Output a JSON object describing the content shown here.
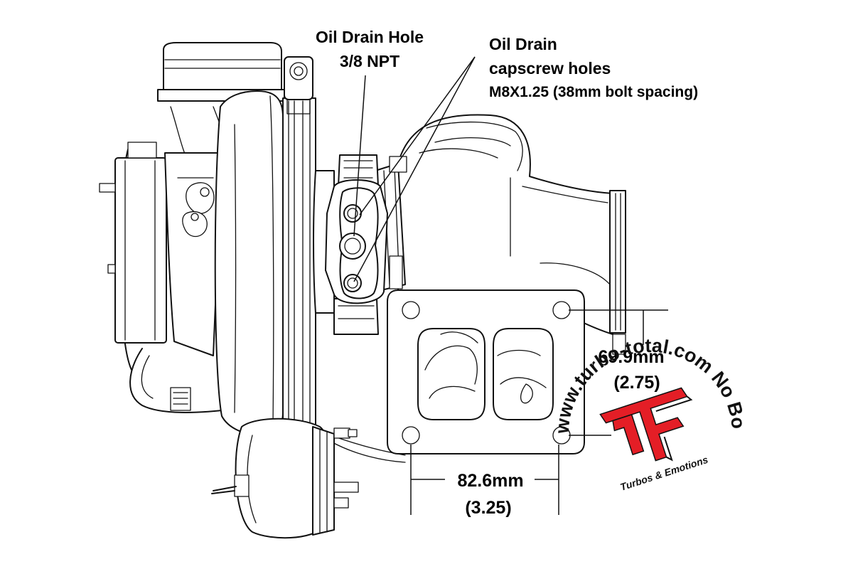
{
  "labels": {
    "oil_drain_hole_line1": "Oil Drain Hole",
    "oil_drain_hole_line2": "3/8 NPT",
    "capscrew_line1": "Oil Drain",
    "capscrew_line2": "capscrew holes",
    "capscrew_line3": "M8X1.25 (38mm bolt spacing)"
  },
  "dimensions": {
    "width_mm": "82.6mm",
    "width_in": "(3.25)",
    "height_mm": "69.9mm",
    "height_in": "(2.75)"
  },
  "watermark": {
    "ring_text": "www.turbo-total.com No Boost No Glory",
    "tagline": "Turbos & Emotions",
    "accent_color": "#e41e26"
  }
}
